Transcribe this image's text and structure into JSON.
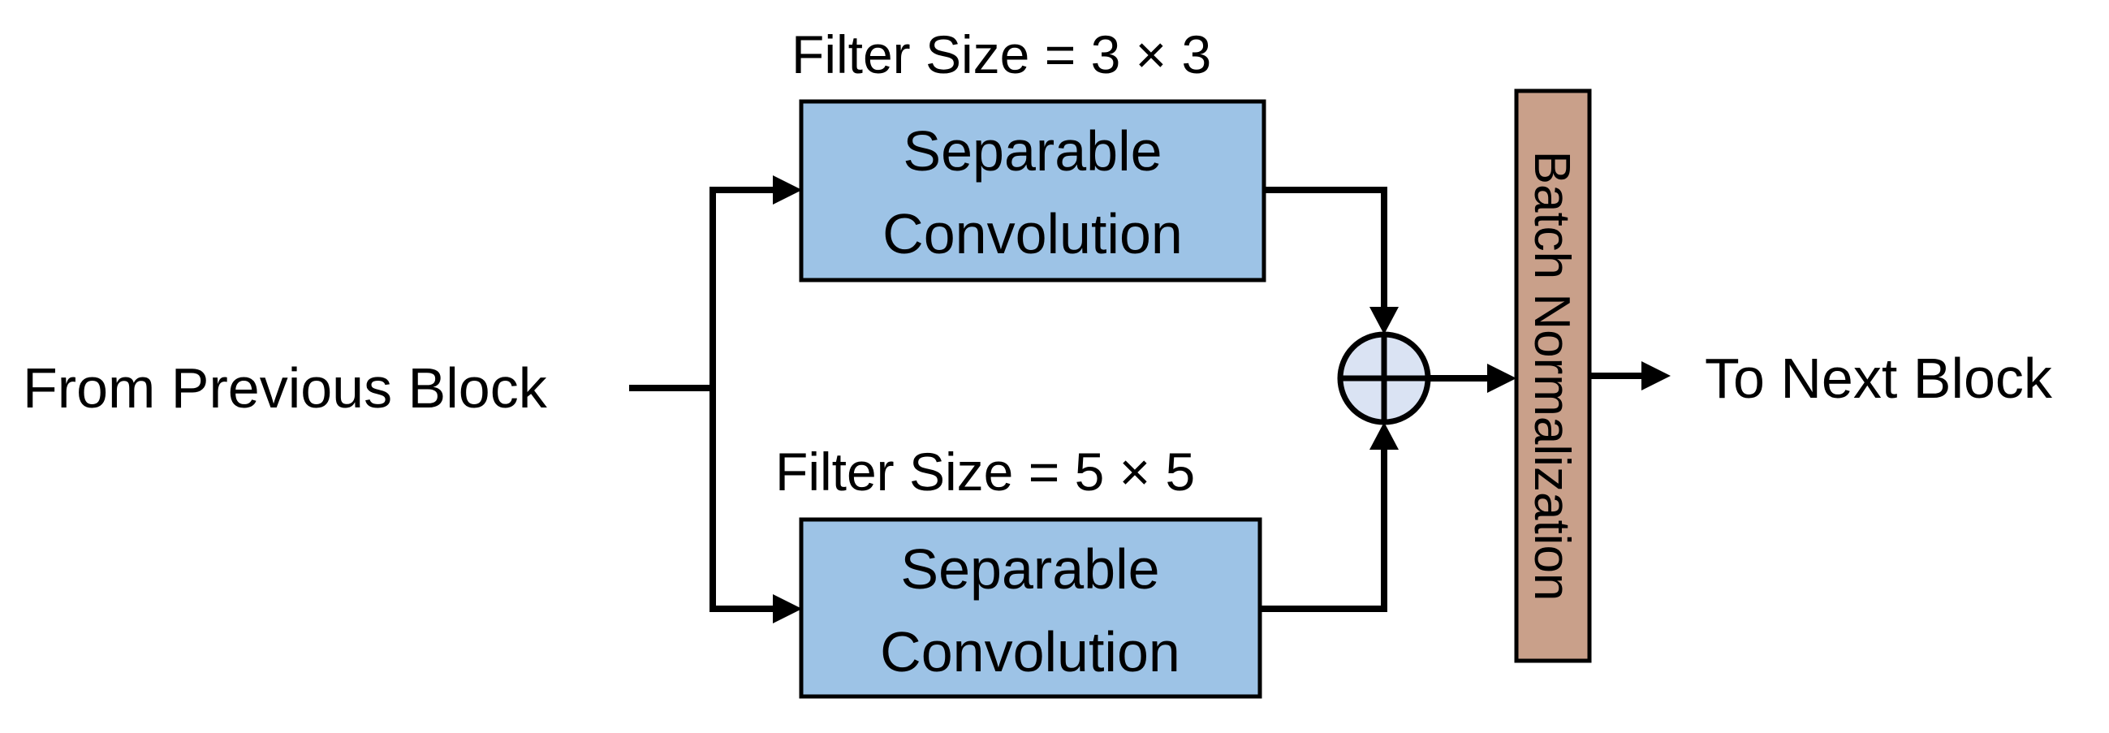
{
  "input_label": "From Previous Block",
  "output_label": "To Next Block",
  "branches": [
    {
      "filter_label": "Filter Size = 3 × 3",
      "block_line1": "Separable",
      "block_line2": "Convolution"
    },
    {
      "filter_label": "Filter Size = 5 × 5",
      "block_line1": "Separable",
      "block_line2": "Convolution"
    }
  ],
  "batchnorm_label": "Batch Normalization",
  "colors": {
    "conv_fill": "#9DC3E6",
    "batchnorm_fill": "#C9A08A",
    "adder_fill": "#DAE3F3",
    "stroke": "#000000"
  }
}
